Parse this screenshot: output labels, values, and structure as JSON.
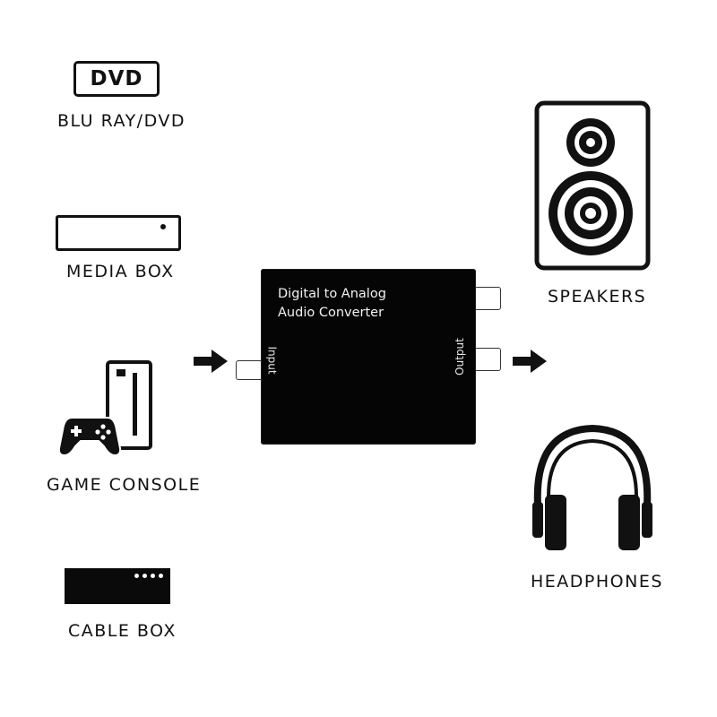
{
  "sources": [
    {
      "label": "BLU RAY/DVD",
      "badge": "DVD",
      "icon": "dvd-badge-icon"
    },
    {
      "label": "MEDIA BOX",
      "icon": "media-box-icon"
    },
    {
      "label": "GAME CONSOLE",
      "icon": "game-console-icon"
    },
    {
      "label": "CABLE BOX",
      "icon": "cable-box-icon"
    }
  ],
  "converter": {
    "title_line1": "Digital  to Analog",
    "title_line2": "Audio Converter",
    "input_label": "Input",
    "output_label": "Output"
  },
  "outputs": [
    {
      "label": "SPEAKERS",
      "icon": "speaker-icon"
    },
    {
      "label": "HEADPHONES",
      "icon": "headphones-icon"
    }
  ],
  "colors": {
    "ink": "#111111",
    "device": "#050505",
    "background": "#ffffff"
  }
}
